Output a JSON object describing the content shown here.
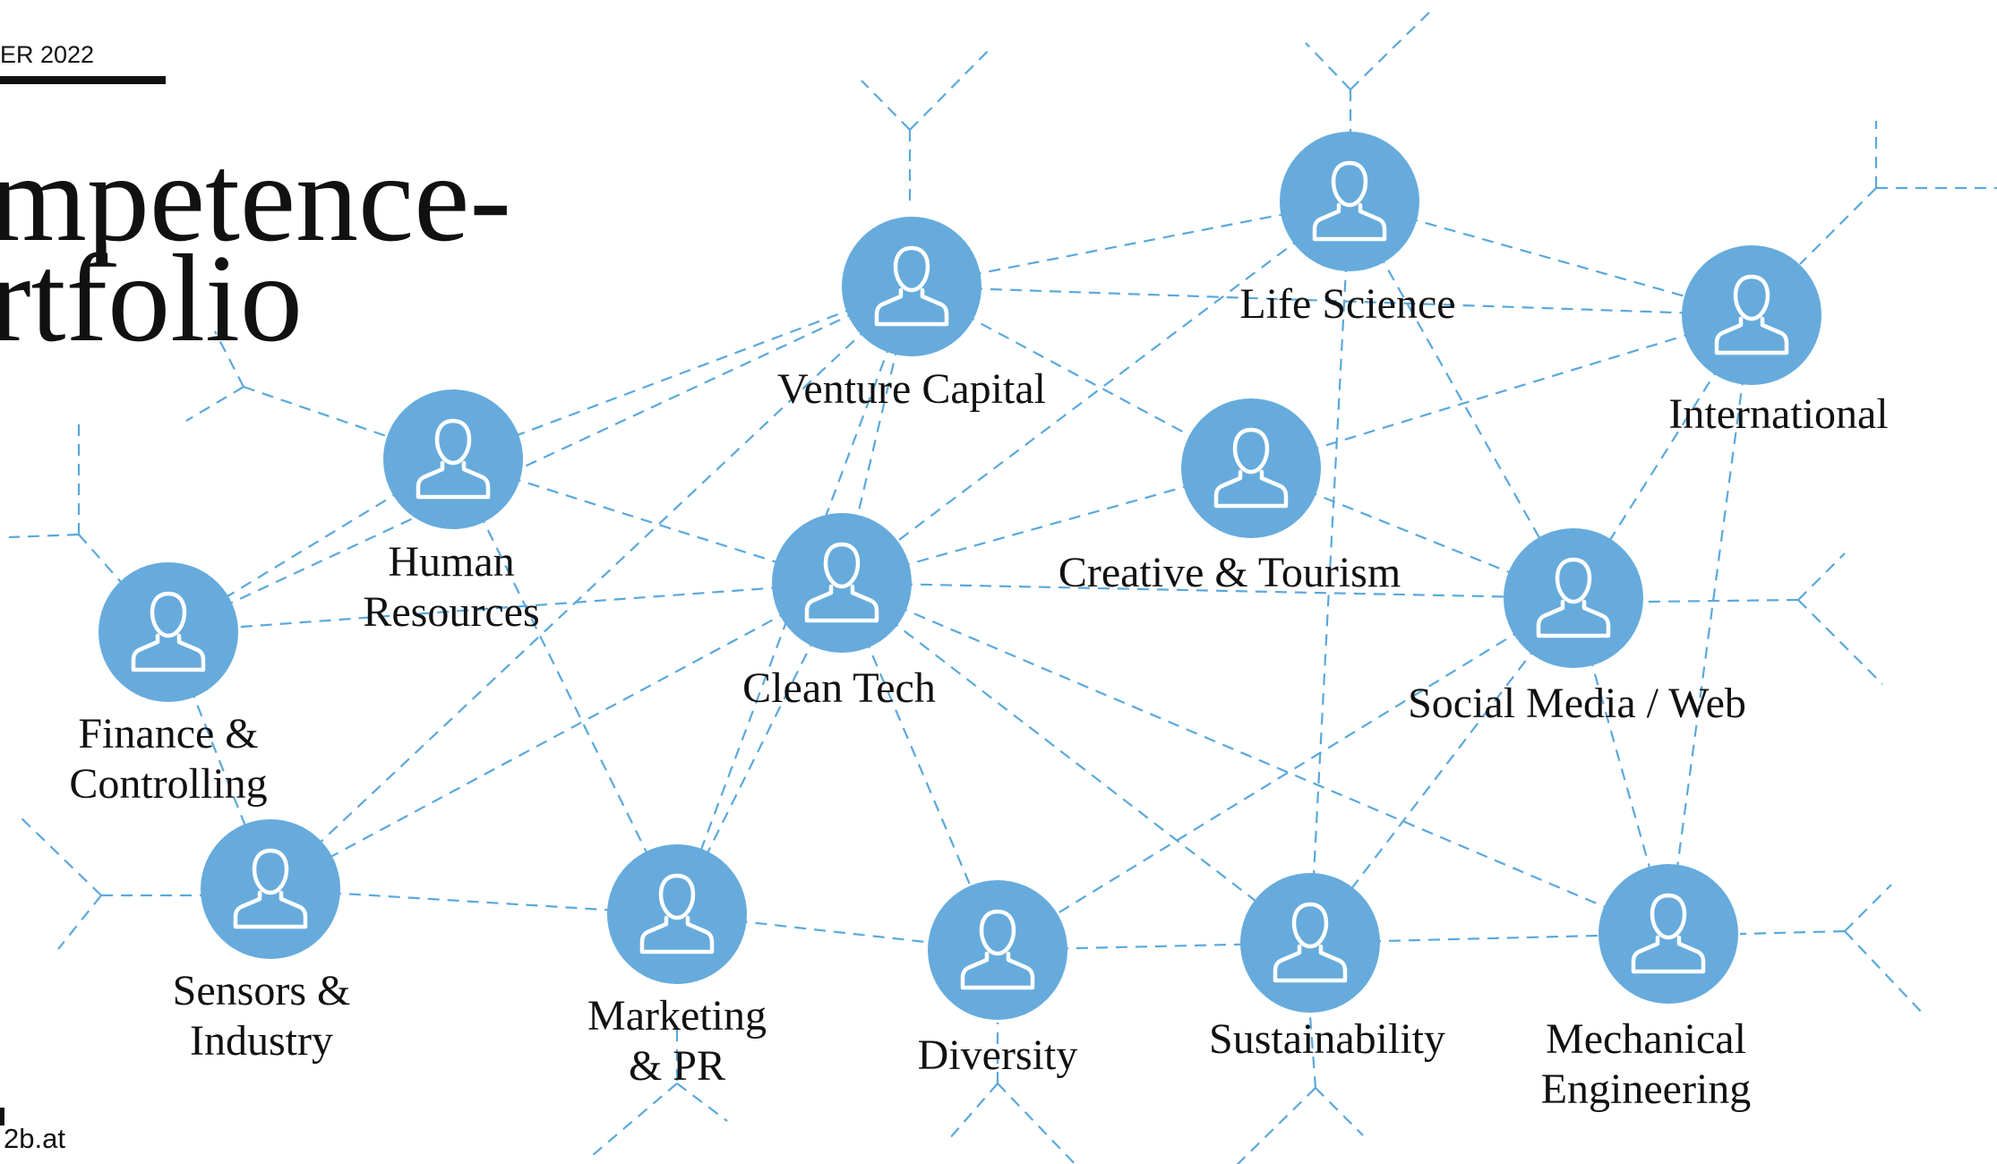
{
  "header": {
    "top_label": "ER 2022",
    "title_line1": "mpetence-",
    "title_line2": "rtfolio",
    "footer_label": "2b.at"
  },
  "colors": {
    "node": "#66abdc",
    "edge": "#5aa8dc",
    "icon": "#ffffff",
    "text": "#111111"
  },
  "diagram": {
    "nodes": [
      {
        "id": "venture-capital",
        "label_lines": [
          "Venture Capital"
        ]
      },
      {
        "id": "life-science",
        "label_lines": [
          "Life Science"
        ]
      },
      {
        "id": "international",
        "label_lines": [
          "International"
        ]
      },
      {
        "id": "human-resources",
        "label_lines": [
          "Human",
          "Resources"
        ]
      },
      {
        "id": "creative-tourism",
        "label_lines": [
          "Creative & Tourism"
        ]
      },
      {
        "id": "clean-tech",
        "label_lines": [
          "Clean Tech"
        ]
      },
      {
        "id": "finance-controlling",
        "label_lines": [
          "Finance &",
          "Controlling"
        ]
      },
      {
        "id": "social-media-web",
        "label_lines": [
          "Social Media / Web"
        ]
      },
      {
        "id": "sensors-industry",
        "label_lines": [
          "Sensors &",
          "Industry"
        ]
      },
      {
        "id": "marketing-pr",
        "label_lines": [
          "Marketing",
          "& PR"
        ]
      },
      {
        "id": "diversity",
        "label_lines": [
          "Diversity"
        ]
      },
      {
        "id": "sustainability",
        "label_lines": [
          "Sustainability"
        ]
      },
      {
        "id": "mechanical-engineering",
        "label_lines": [
          "Mechanical",
          "Engineering"
        ]
      }
    ],
    "edges": [
      [
        "venture-capital",
        "life-science"
      ],
      [
        "venture-capital",
        "international"
      ],
      [
        "venture-capital",
        "human-resources"
      ],
      [
        "venture-capital",
        "finance-controlling"
      ],
      [
        "venture-capital",
        "clean-tech"
      ],
      [
        "venture-capital",
        "creative-tourism"
      ],
      [
        "venture-capital",
        "sensors-industry"
      ],
      [
        "venture-capital",
        "marketing-pr"
      ],
      [
        "life-science",
        "international"
      ],
      [
        "life-science",
        "clean-tech"
      ],
      [
        "life-science",
        "social-media-web"
      ],
      [
        "life-science",
        "sustainability"
      ],
      [
        "international",
        "creative-tourism"
      ],
      [
        "international",
        "social-media-web"
      ],
      [
        "international",
        "mechanical-engineering"
      ],
      [
        "human-resources",
        "finance-controlling"
      ],
      [
        "human-resources",
        "clean-tech"
      ],
      [
        "human-resources",
        "marketing-pr"
      ],
      [
        "creative-tourism",
        "clean-tech"
      ],
      [
        "creative-tourism",
        "social-media-web"
      ],
      [
        "clean-tech",
        "finance-controlling"
      ],
      [
        "clean-tech",
        "social-media-web"
      ],
      [
        "clean-tech",
        "sensors-industry"
      ],
      [
        "clean-tech",
        "marketing-pr"
      ],
      [
        "clean-tech",
        "diversity"
      ],
      [
        "clean-tech",
        "sustainability"
      ],
      [
        "clean-tech",
        "mechanical-engineering"
      ],
      [
        "social-media-web",
        "diversity"
      ],
      [
        "social-media-web",
        "sustainability"
      ],
      [
        "social-media-web",
        "mechanical-engineering"
      ],
      [
        "finance-controlling",
        "sensors-industry"
      ],
      [
        "sensors-industry",
        "marketing-pr"
      ],
      [
        "marketing-pr",
        "diversity"
      ],
      [
        "diversity",
        "sustainability"
      ],
      [
        "sustainability",
        "mechanical-engineering"
      ]
    ]
  }
}
